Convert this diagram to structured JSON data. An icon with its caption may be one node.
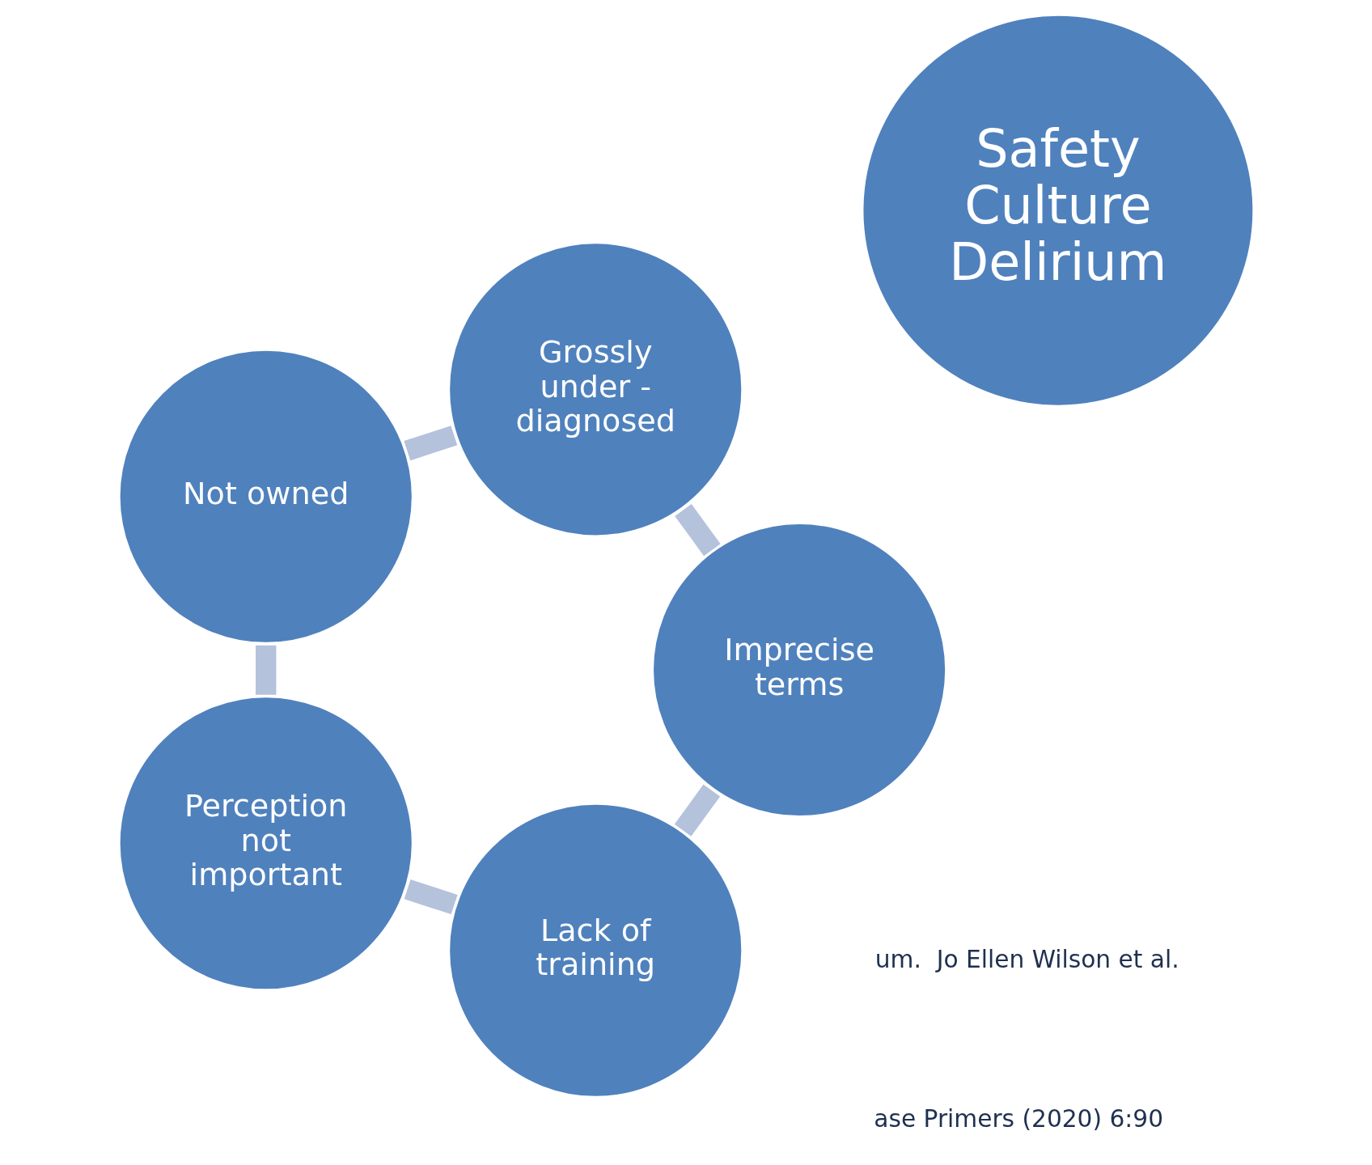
{
  "diagram": {
    "nodes": [
      {
        "text": [
          "Safety Culture",
          "Delirium"
        ]
      },
      {
        "text": [
          "Lack of training"
        ]
      },
      {
        "text": [
          "Perception not important"
        ]
      },
      {
        "text": [
          "Not owned"
        ]
      },
      {
        "text": [
          "Grossly under - diagnosed"
        ]
      },
      {
        "text": [
          "Imprecise terms"
        ]
      }
    ],
    "edges": [
      {
        "from": 1,
        "to": 2,
        "arrow": "none"
      },
      {
        "from": 2,
        "to": 3,
        "arrow": "none"
      },
      {
        "from": 3,
        "to": 4,
        "arrow": "none"
      },
      {
        "from": 4,
        "to": 5,
        "arrow": "none"
      },
      {
        "from": 5,
        "to": 1,
        "arrow": "none"
      }
    ],
    "labels": [
      "um.  Jo Ellen Wilson et al.",
      "ase Primers (2020) 6:90"
    ]
  }
}
